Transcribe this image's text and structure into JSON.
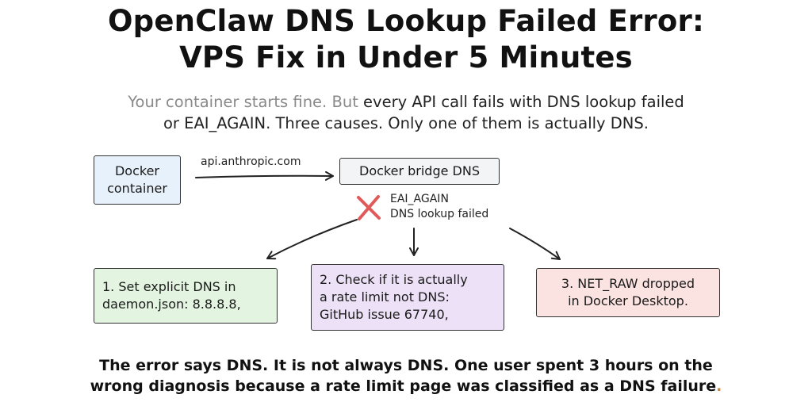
{
  "title": {
    "line1": "OpenClaw DNS Lookup Failed Error:",
    "line2": "VPS Fix in Under 5 Minutes"
  },
  "intro": {
    "line1_muted": "Your container starts fine. But ",
    "line1_dark": "every API call fails with DNS lookup failed",
    "line2": "or EAI_AGAIN. Three causes. Only one of them is actually DNS."
  },
  "diagram": {
    "docker_container": {
      "line1": "Docker",
      "line2": "container"
    },
    "edge_label": "api.anthropic.com",
    "bridge_dns": "Docker bridge DNS",
    "error": {
      "line1": "EAI_AGAIN",
      "line2": "DNS lookup failed"
    },
    "fixes": [
      {
        "line1": "1. Set explicit DNS in",
        "line2": "daemon.json: 8.8.8.8,"
      },
      {
        "line1": "2. Check if it is actually",
        "line2": "a rate limit not DNS:",
        "line3": "GitHub issue 67740,"
      },
      {
        "line1": "3. NET_RAW dropped",
        "line2": "in Docker Desktop."
      }
    ]
  },
  "footer": {
    "line1": "The error says DNS. It is not always DNS. One user spent 3 hours on the",
    "line2": "wrong diagnosis because a rate limit page was classified as a DNS failure",
    "line2_end": "."
  },
  "colors": {
    "docker_container_fill": "#e7f1fb",
    "bridge_fill": "#f3f4f6",
    "fix1_fill": "#e3f5e1",
    "fix2_fill": "#ece1f6",
    "fix3_fill": "#fbe3e1",
    "error_x": "#e05a5a",
    "muted_text": "#8a8a8a",
    "accent_period": "#c98a3a"
  },
  "icons": {
    "error_marker": "x-mark-icon"
  }
}
